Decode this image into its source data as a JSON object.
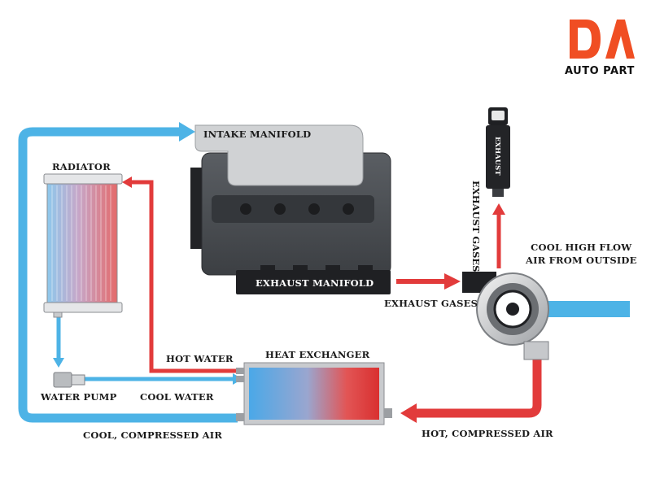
{
  "logo": {
    "mark": "DA",
    "text": "AUTO PART",
    "color": "#f04e23"
  },
  "colors": {
    "cool_flow": "#4db3e6",
    "hot_flow": "#e23b3b",
    "engine_block": "#4a4d52",
    "engine_dark": "#222326",
    "manifold": "#d0d2d4"
  },
  "labels": {
    "intake_manifold": "INTAKE MANIFOLD",
    "radiator": "RADIATOR",
    "exhaust_manifold": "EXHAUST MANIFOLD",
    "exhaust_gases_horizontal": "EXHAUST GASES",
    "exhaust_gases_vertical": "EXHAUST GASES",
    "exhaust": "EXHAUST",
    "cool_high_flow_air": "COOL HIGH FLOW\nAIR FROM OUTSIDE",
    "hot_water": "HOT WATER",
    "heat_exchanger": "HEAT EXCHANGER",
    "water_pump": "WATER PUMP",
    "cool_water": "COOL WATER",
    "cool_compressed_air": "COOL, COMPRESSED AIR",
    "hot_compressed_air": "HOT, COMPRESSED AIR"
  },
  "icons": [
    "radiator-icon",
    "engine-icon",
    "turbocharger-icon",
    "exhaust-pipe-icon",
    "heat-exchanger-icon",
    "water-pump-icon"
  ]
}
